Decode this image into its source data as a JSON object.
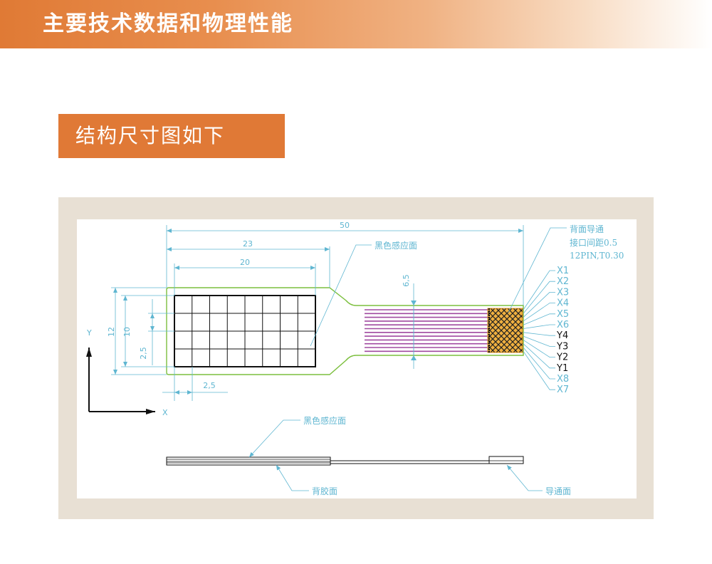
{
  "header": {
    "title": "主要技术数据和物理性能"
  },
  "section": {
    "title": "结构尺寸图如下"
  },
  "dimensions": {
    "overall": "50",
    "sensor_outer": "23",
    "sensor_inner": "20",
    "height_outer": "12",
    "height_inner": "10",
    "pitch_v": "2,5",
    "pitch_h": "2,5",
    "tail_width": "6,5"
  },
  "axes": {
    "x": "X",
    "y": "Y"
  },
  "callouts": {
    "black_face_top": "黑色感应面",
    "connector_note_line1": "背面导通",
    "connector_note_line2": "接口间距0.5",
    "connector_note_line3": "12PIN,T0.30",
    "black_face_side": "黑色感应面",
    "adhesive_face": "背胶面",
    "conductive_face": "导通面"
  },
  "pins": [
    "X1",
    "X2",
    "X3",
    "X4",
    "X5",
    "X6",
    "Y4",
    "Y3",
    "Y2",
    "Y1",
    "X8",
    "X7"
  ],
  "grid": {
    "rows": 4,
    "cols": 8
  },
  "colors": {
    "accent": "#e07936",
    "dimension": "#5fb6d1",
    "outline": "#7cbf3e",
    "traces": "#a04aa0",
    "connector": "#f0b040",
    "frame": "#e8e0d4"
  }
}
